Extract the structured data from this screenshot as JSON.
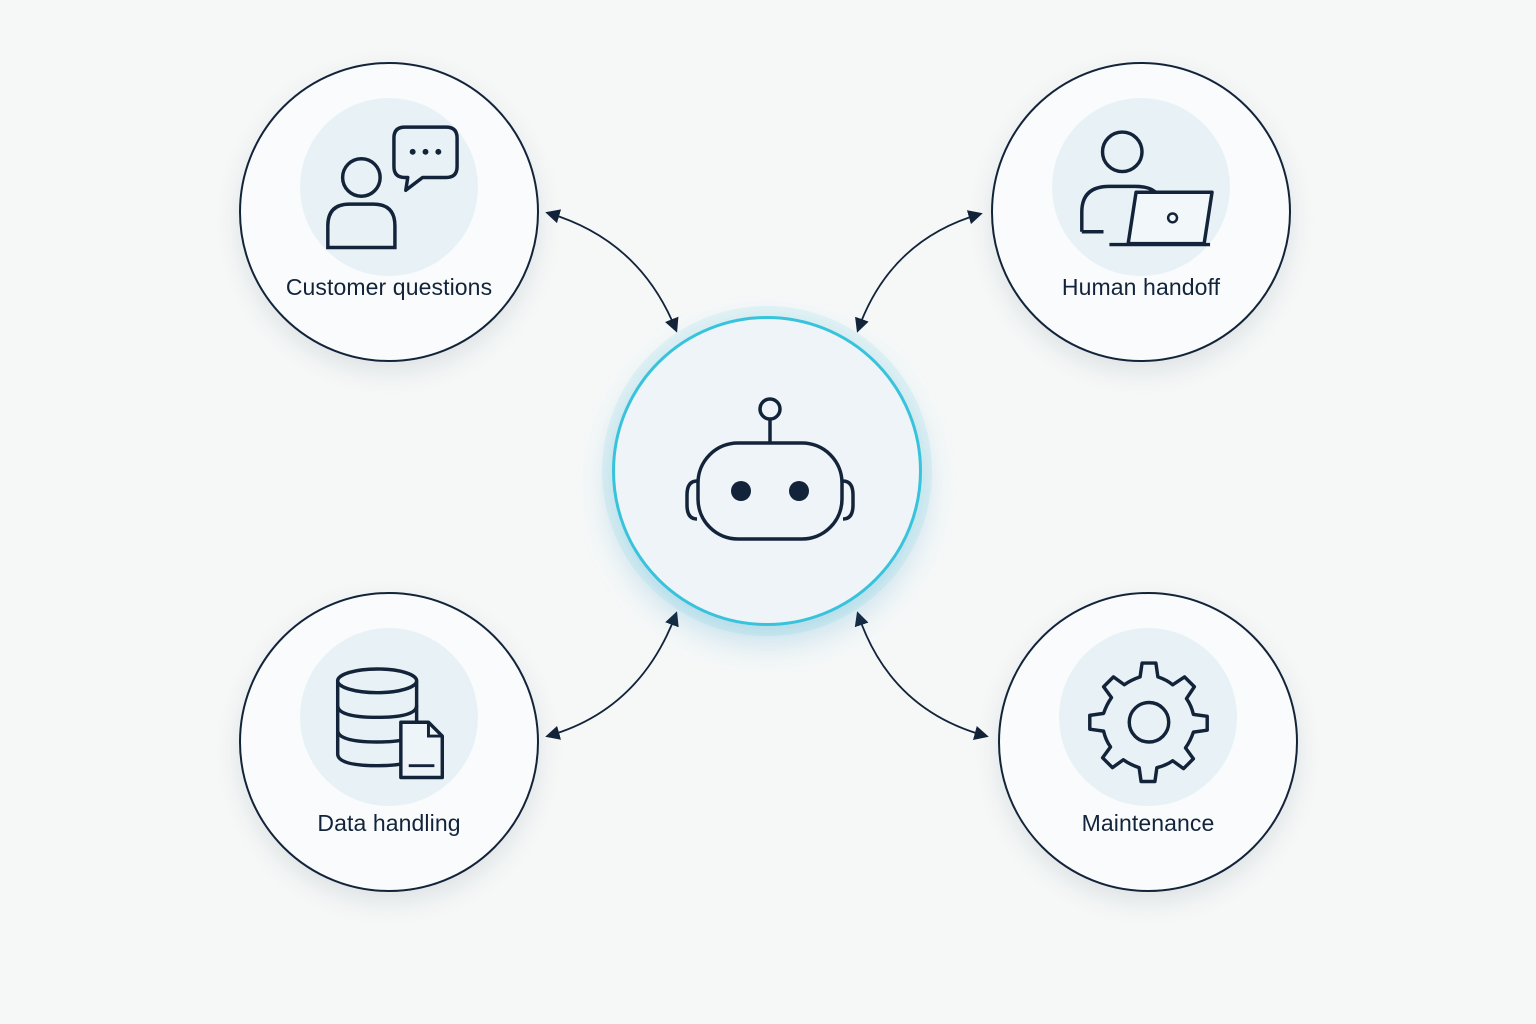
{
  "diagram": {
    "center": {
      "icon": "robot-icon"
    },
    "nodes": [
      {
        "id": "customer",
        "label": "Customer questions",
        "icon": "person-chat-bubble-icon"
      },
      {
        "id": "handoff",
        "label": "Human handoff",
        "icon": "person-laptop-icon"
      },
      {
        "id": "data",
        "label": "Data handling",
        "icon": "database-document-icon"
      },
      {
        "id": "maintenance",
        "label": "Maintenance",
        "icon": "gear-icon"
      }
    ],
    "colors": {
      "stroke": "#13243a",
      "accent": "#38c3dc",
      "halo": "#e8f2f6",
      "background": "#f6f8f8"
    }
  }
}
